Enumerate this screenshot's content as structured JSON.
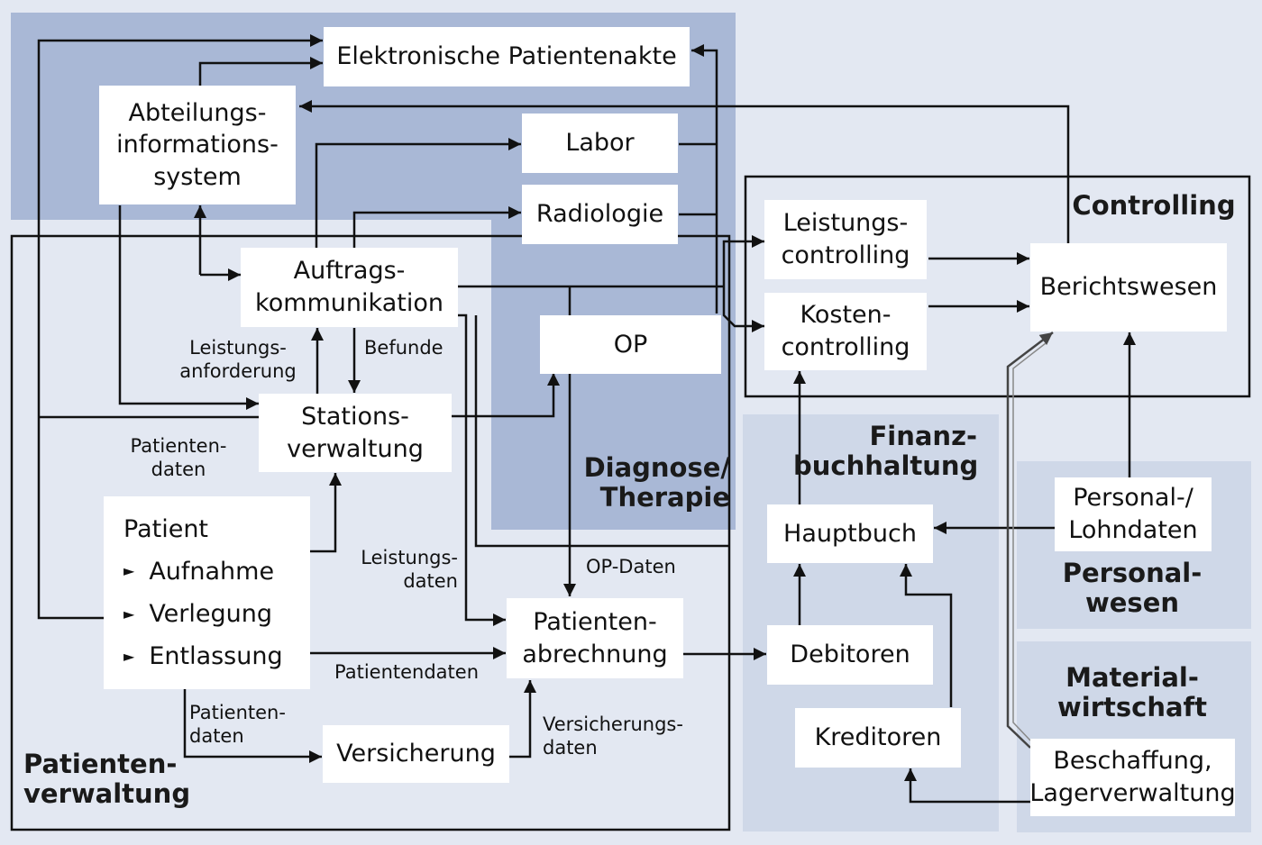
{
  "boxes": {
    "epa": "Elektronische Patientenakte",
    "ais": [
      "Abteilungs-",
      "informations-",
      "system"
    ],
    "labor": "Labor",
    "radiologie": "Radiologie",
    "op": "OP",
    "auftrags": [
      "Auftrags-",
      "kommunikation"
    ],
    "stations": [
      "Stations-",
      "verwaltung"
    ],
    "patient_title": "Patient",
    "patient_items": [
      "Aufnahme",
      "Verlegung",
      "Entlassung"
    ],
    "abrechnung": [
      "Patienten-",
      "abrechnung"
    ],
    "versicherung": "Versicherung",
    "leistungscontrolling": [
      "Leistungs-",
      "controlling"
    ],
    "kostencontrolling": [
      "Kosten-",
      "controlling"
    ],
    "berichtswesen": "Berichtswesen",
    "hauptbuch": "Hauptbuch",
    "debitoren": "Debitoren",
    "kreditoren": "Kreditoren",
    "personal": [
      "Personal-/",
      "Lohndaten"
    ],
    "beschaffung": [
      "Beschaffung,",
      "Lagerverwaltung"
    ]
  },
  "regions": {
    "diagnose": [
      "Diagnose/",
      "Therapie"
    ],
    "patientenverwaltung": [
      "Patienten-",
      "verwaltung"
    ],
    "controlling": "Controlling",
    "finanzbuchhaltung": [
      "Finanz-",
      "buchhaltung"
    ],
    "personalwesen": [
      "Personal-",
      "wesen"
    ],
    "materialwirtschaft": [
      "Material-",
      "wirtschaft"
    ]
  },
  "labels": {
    "leistungsanforderung": [
      "Leistungs-",
      "anforderung"
    ],
    "befunde": "Befunde",
    "patientendaten1": [
      "Patienten-",
      "daten"
    ],
    "leistungsdaten": [
      "Leistungs-",
      "daten"
    ],
    "opdaten": "OP-Daten",
    "patientendaten2": "Patientendaten",
    "patientendaten3": [
      "Patienten-",
      "daten"
    ],
    "versicherungsdaten": [
      "Versicherungs-",
      "daten"
    ]
  },
  "colors": {
    "background": "#e3e8f2",
    "diagnose_region": "#a9b8d6",
    "light_region": "#cfd8e8",
    "box": "#ffffff",
    "line": "#111111"
  }
}
